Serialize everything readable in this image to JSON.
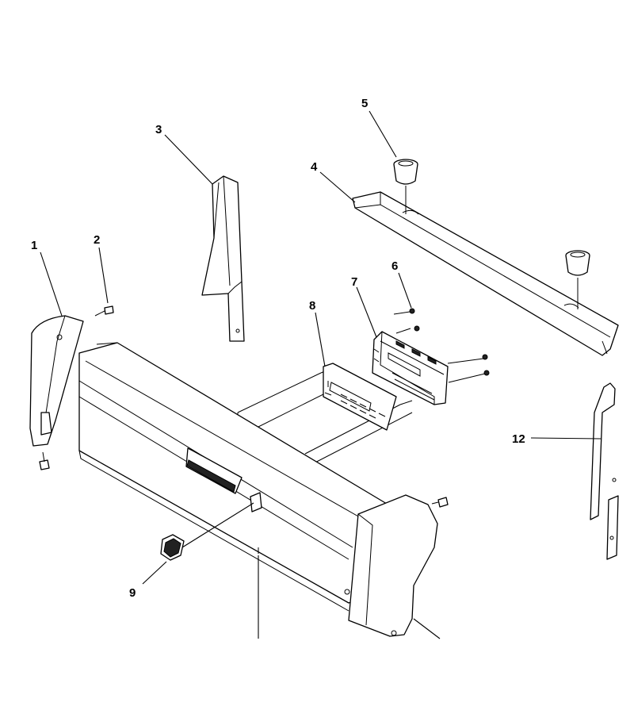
{
  "callouts": {
    "c1": "1",
    "c2": "2",
    "c3": "3",
    "c4": "4",
    "c5": "5",
    "c6": "6",
    "c7": "7",
    "c8": "8",
    "c9": "9",
    "c12": "12"
  },
  "colors": {
    "line": "#000000",
    "background": "#ffffff"
  }
}
